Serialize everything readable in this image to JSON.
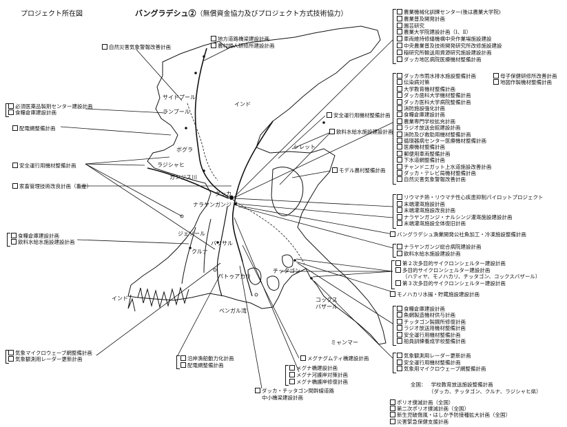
{
  "header": {
    "left_title": "プロジェクト所在図",
    "main_title": "バングラデシュ②",
    "subtitle": "（無償資金協力及びプロジェクト方式技術協力）"
  },
  "places": {
    "saidpur": "サイドプール",
    "rangpur": "ランプール",
    "bogra": "ボグラ",
    "rajshahi": "ラジシャヒ",
    "ganges": "ガンジス川",
    "india_n": "インド",
    "india_w": "インド",
    "sylhet": "シレット",
    "dhaka": "ダッカ",
    "narayanganj": "ナラヤンガンジ",
    "jessore": "ジェソール",
    "barisal": "バリサル",
    "khulna": "クルナ",
    "chittagong": "チッタゴン",
    "patuakhali": "パトゥアカリ",
    "coxs_bazar_1": "コックス",
    "coxs_bazar_2": "バザール",
    "bay_of_bengal": "ベンガル湾",
    "myanmar": "ミャンマー"
  },
  "left_projects": {
    "p1": "自然災害気象警報改善計画",
    "p2a": "地方道路橋梁建設計画",
    "p2b": "農村婦人研修所建設計画",
    "p3a": "必須医薬品製剤センター建設計画",
    "p3b": "食糧倉庫建設計画",
    "p4": "配電網整備計画",
    "p5": "安全運行用機材整備計画",
    "p6": "家畜管理技術改良計画（畜産）",
    "p7a": "食糧倉庫建設計画",
    "p7b": "飲料水給水施設建設計画",
    "p8a": "気象マイクロウェーブ網整備計画",
    "p8b": "気象観測用レーダー更新計画",
    "p9a": "沿岸漁船動力化計画",
    "p9b": "配電網整備計画"
  },
  "center_projects": {
    "c1": "安全運行用機材整備計画",
    "c2": "飲料水給水施設建設計画",
    "c3": "モデル農村整備計画",
    "c4a": "メグナグムティ橋建設計画",
    "c4b": "メグナ橋建設計画",
    "c4c": "メグナ河護岸対策計画",
    "c4d": "メグナ橋護岸修復計画",
    "c5a": "ダッカ・チッタゴン間幹線道路",
    "c5b": "中小橋梁建設計画"
  },
  "right_top": [
    "農業機械化訓練センター(後は農業大学院)",
    "農業普及開発計画",
    "園芸研究",
    "農業大学院建設計画（Ⅰ、Ⅱ）",
    "車両維持修繕機構中央作業場施設建設",
    "中央農業普及技術開発研究所改修施設建設",
    "稲研究所輸送用資源研究施設建設計画",
    "ダッカ地区病院医療機材整備計画"
  ],
  "right_mid": [
    "ダッカ市雨水排水施設整備計画",
    "伝染病対策",
    "大学教育機材整備計画",
    "ダッカ歯科大学機材整備計画",
    "ダッカ医科大学病院整備計画",
    "消防施設強化計画",
    "食糧倉庫建設計画",
    "農業専門学校拡充計画",
    "ラジオ放送会館建設計画",
    "消防及び救助用機材整備計画",
    "循環器病センター医療機材整備計画",
    "医療機材整備計画",
    "郵便用車両整備計画",
    "下水道網整備計画",
    "チャンドニガット上水道施設改善計画",
    "ダッカ・テレビ局機材整備計画",
    "自然災害気象警報改善計画"
  ],
  "right_mid_side": [
    "母子保健研修所改善計画",
    "地図作製機材整備計画"
  ],
  "right_dhaka": [
    "リウマチ熱・リウマチ性心疾患抑制パイロットプロジェクト",
    "末端灌漑施設計画",
    "末端灌漑施設改良計画",
    "ナラヤンガンジ・ナルシンジ灌漑施設建設計画",
    "末端灌漑施設全体復旧計画"
  ],
  "right_single": "バングラデシュ漁業開発公社魚加工・冷凍施設整備計画",
  "right_naray": [
    "ナラヤンガンジ総合病院建設計画",
    "飲料水給水施設建設計画"
  ],
  "right_cyclone": [
    "第２次多目的サイクロンシェルター建設計画",
    "多目的サイクロンシェルター建設計画",
    "（ハティヤ、モノハカリ、チッタゴン、コックスバザール）",
    "第３次多目的サイクロンシェルター建設計画"
  ],
  "right_monohakari": "モノハカリ水揚・貯蔵施設建設計画",
  "right_chittagong": [
    "食糧倉庫建設計画",
    "魚網製造機材供与計画",
    "チッタゴン製鋼所修復計画",
    "ラジオ放送用機材整備計画",
    "安全運行用機材整備計画",
    "船員訓練養成学校整備計画"
  ],
  "right_coxs": [
    "気象観測用レーダー更新計画",
    "安全運行用機材整備計画",
    "気象用マイクロウェーブ網整備計画"
  ],
  "nationwide": {
    "label": "全国：",
    "project": "学校教育放送施設整備計画",
    "detail": "（ダッカ、チッタゴン、クルナ、ラジシャヒ県）"
  },
  "bottom_list": [
    "ポリオ撲滅計画（全国）",
    "第二次ポリオ撲滅計画（全国）",
    "新生児破傷風・はしか予防接種拡大計画（全国）",
    "災害緊急保健支援計画"
  ]
}
